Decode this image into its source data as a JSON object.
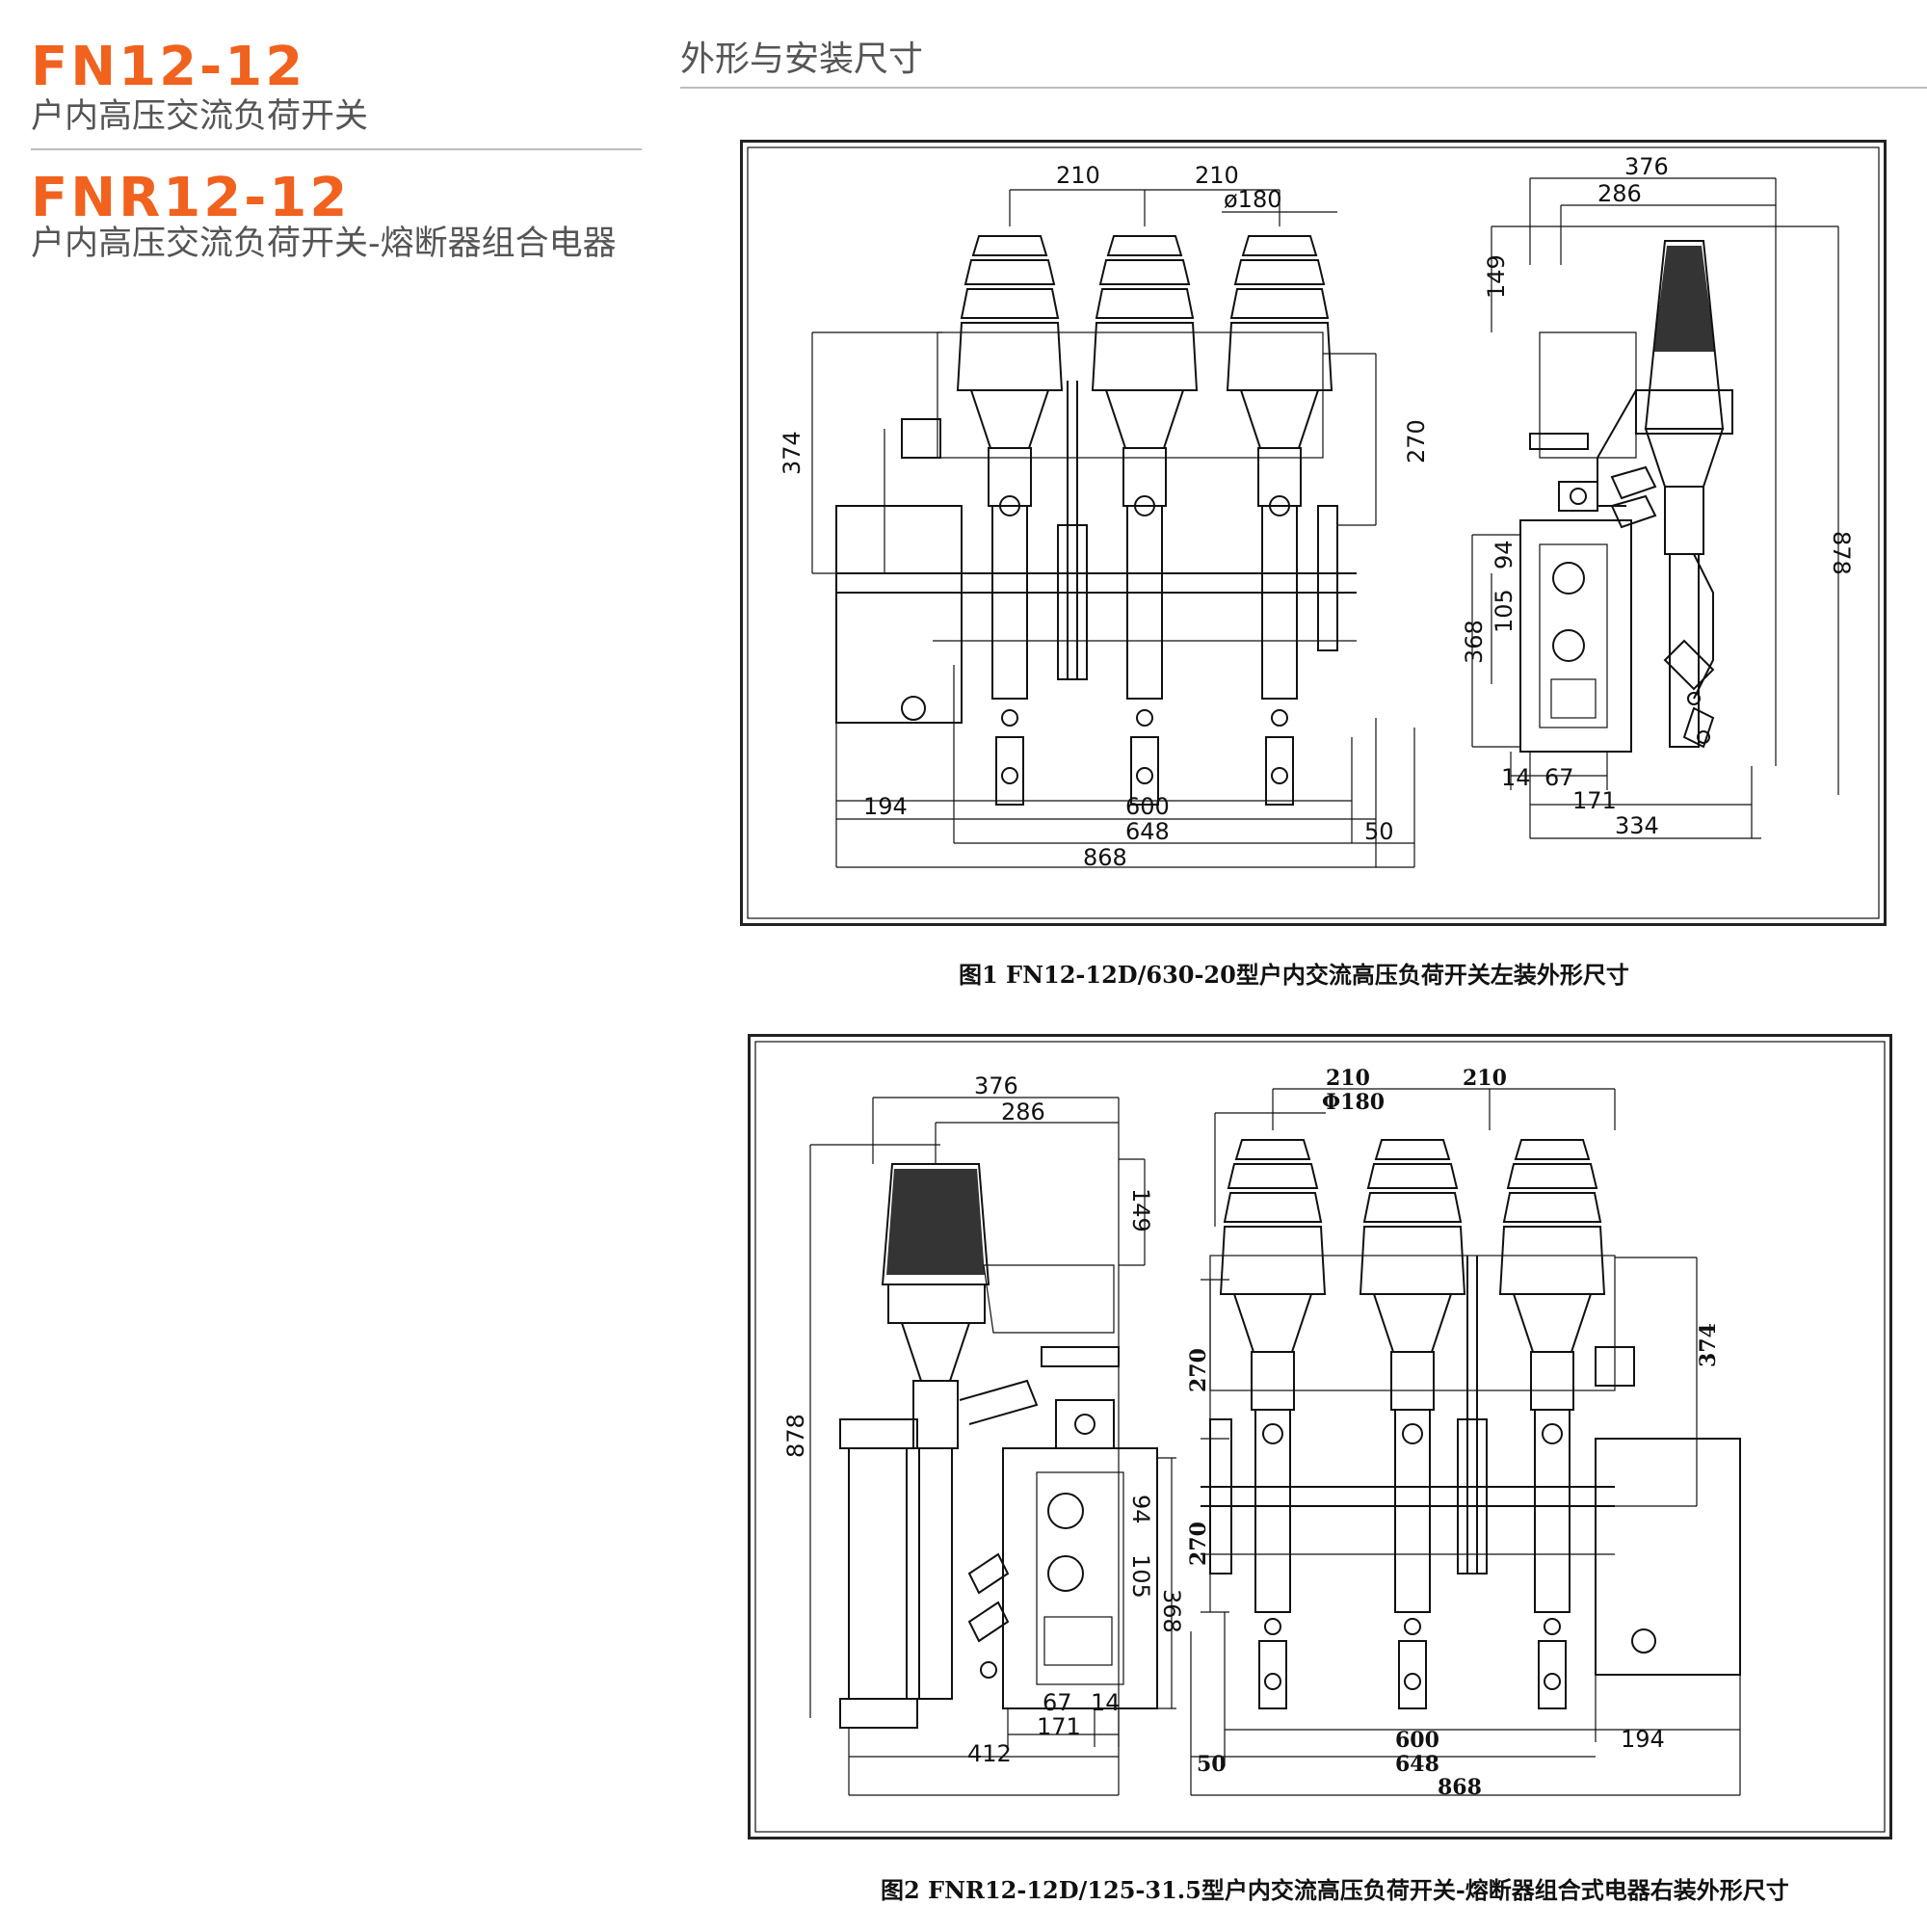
{
  "left_panel": {
    "model_1": "FN12-12",
    "subtitle_1": "户内高压交流负荷开关",
    "model_2": "FNR12-12",
    "subtitle_2": "户内高压交流负荷开关-熔断器组合电器"
  },
  "section": {
    "title": "外形与安装尺寸"
  },
  "figure_1": {
    "caption": "图1  FN12-12D/630-20型户内交流高压负荷开关左装外形尺寸",
    "front_dims": {
      "pitch_left": "210",
      "pitch_right": "210",
      "diameter": "ø180",
      "height_left": "374",
      "height_right": "270",
      "offset_left": "194",
      "span_inner": "600",
      "span_mid": "648",
      "span_total": "868",
      "offset_right": "50"
    },
    "side_dims": {
      "top_width": "376",
      "top_inner": "286",
      "top_height": "149",
      "total_height": "878",
      "panel_a": "94",
      "panel_b": "105",
      "panel_height": "368",
      "bottom_a": "14",
      "bottom_b": "67",
      "bottom_c": "171",
      "bottom_total": "334"
    }
  },
  "figure_2": {
    "caption": "图2  FNR12-12D/125-31.5型户内交流高压负荷开关-熔断器组合式电器右装外形尺寸",
    "side_dims": {
      "top_width": "376",
      "top_inner": "286",
      "top_height": "149",
      "total_height": "878",
      "panel_a": "94",
      "panel_b": "105",
      "panel_height": "368",
      "bottom_a": "67",
      "bottom_b": "14",
      "bottom_c": "171",
      "bottom_total": "412"
    },
    "front_dims": {
      "pitch_left": "210",
      "pitch_right": "210",
      "diameter": "Φ180",
      "height_left_a": "270",
      "height_left_b": "270",
      "height_right": "374",
      "span_inner": "600",
      "offset_right": "194",
      "offset_left": "50",
      "span_mid": "648",
      "span_total": "868"
    }
  }
}
